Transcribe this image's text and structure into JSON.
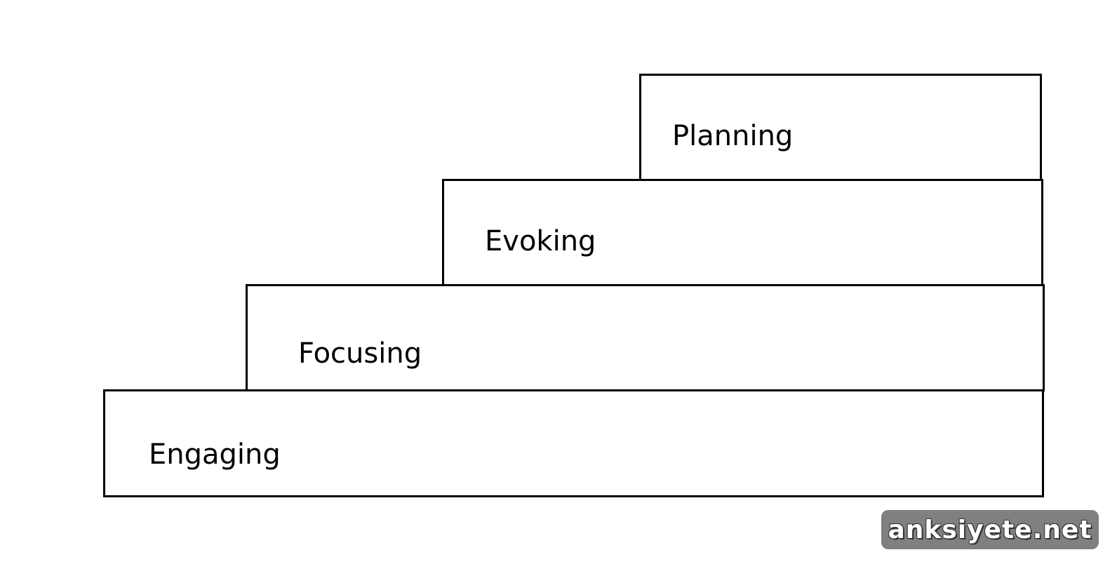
{
  "diagram": {
    "steps": [
      {
        "label": "Engaging"
      },
      {
        "label": "Focusing"
      },
      {
        "label": "Evoking"
      },
      {
        "label": "Planning"
      }
    ]
  },
  "watermark": {
    "text": "anksiyete.net",
    "background": "#808080",
    "text_color": "#ffffff"
  },
  "colors": {
    "stroke": "#000000",
    "background": "#ffffff"
  }
}
